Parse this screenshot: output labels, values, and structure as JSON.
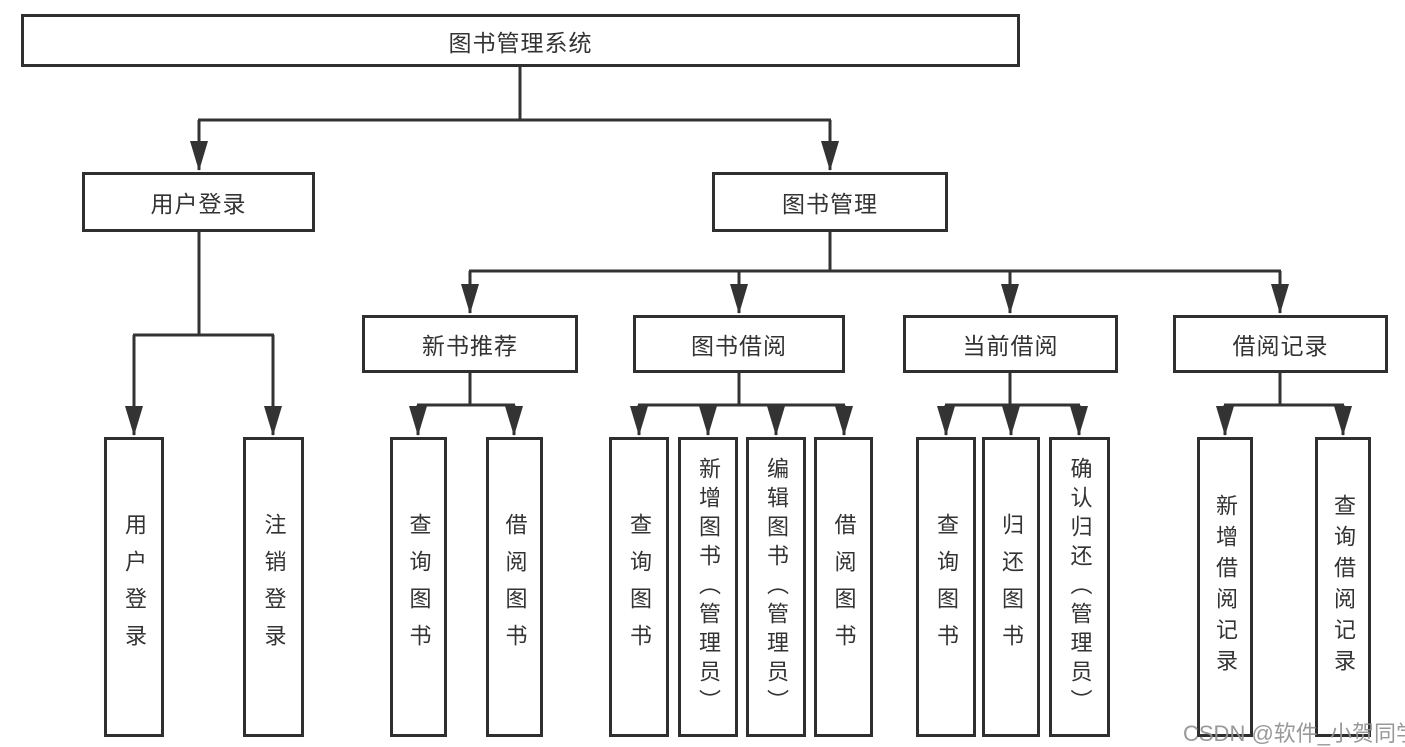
{
  "diagram": {
    "root": "图书管理系统",
    "branches": [
      {
        "label": "用户登录",
        "leaves": [
          "用户登录",
          "注销登录"
        ]
      },
      {
        "label": "图书管理",
        "groups": [
          {
            "label": "新书推荐",
            "leaves": [
              "查询图书",
              "借阅图书"
            ]
          },
          {
            "label": "图书借阅",
            "leaves": [
              "查询图书",
              "新增图书（管理员）",
              "编辑图书（管理员）",
              "借阅图书"
            ]
          },
          {
            "label": "当前借阅",
            "leaves": [
              "查询图书",
              "归还图书",
              "确认归还（管理员）"
            ]
          },
          {
            "label": "借阅记录",
            "leaves": [
              "新增借阅记录",
              "查询借阅记录"
            ]
          }
        ]
      }
    ]
  },
  "watermark": "CSDN @软件_小贺同学",
  "colors": {
    "line": "#333333",
    "box_border": "#2f2f2f",
    "text": "#333333",
    "watermark": "#949494",
    "background": "#ffffff"
  }
}
